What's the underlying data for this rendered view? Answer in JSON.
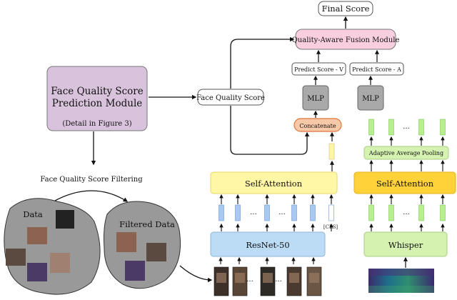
{
  "final_score": "Final Score",
  "fusion_module": "Quality-Aware Fusion Module",
  "predict_v": "Predict Score - V",
  "predict_a": "Predict Score - A",
  "mlp": "MLP",
  "concatenate": "Concatenate",
  "adaptive_pooling": "Adaptive Average Pooling",
  "self_attention": "Self-Attention",
  "resnet": "ResNet-50",
  "whisper": "Whisper",
  "cls": "[CLS]",
  "ellipsis": "...",
  "face_quality_score": "Face Quality Score",
  "fqs_module": {
    "line1": "Face Quality Score",
    "line2": "Prediction Module",
    "detail": "(Detail in Figure 3)"
  },
  "filtering": "Face Quality Score Filtering",
  "data_label": "Data",
  "filtered_label": "Filtered Data",
  "colors": {
    "purple_fill": "#d9c3dc",
    "pink_fill": "#f9cfe0",
    "gray_mlp": "#a9a9a9",
    "orange_fill": "#f8c9a8",
    "yellow_attention": "#fff7a6",
    "yellow_dark": "#ffd23a",
    "blue_resnet": "#bcdcf6",
    "blue_token": "#a9c9f2",
    "green_whisper": "#d6f2b0",
    "green_token": "#b6f08e",
    "blob_gray": "#999999"
  }
}
